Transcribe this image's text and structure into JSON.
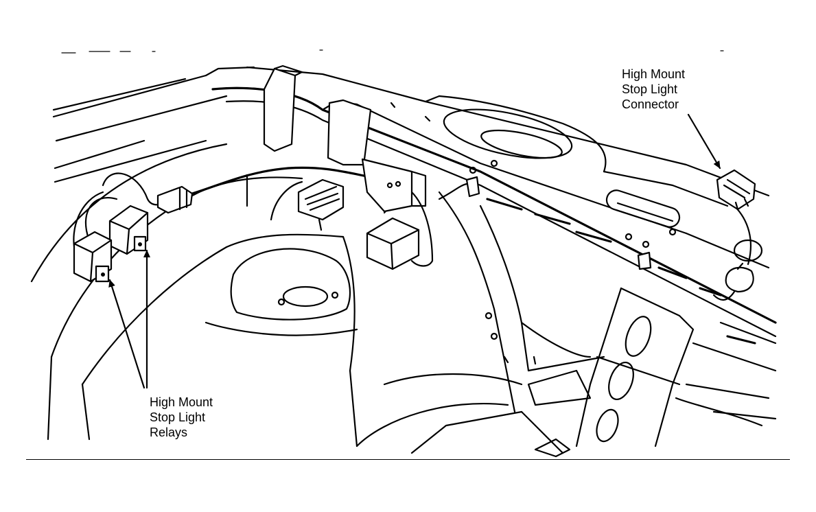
{
  "callouts": {
    "connector": {
      "lines": [
        "High Mount",
        "Stop Light",
        "Connector"
      ]
    },
    "relays": {
      "lines": [
        "High Mount",
        "Stop Light",
        "Relays"
      ]
    }
  },
  "colors": {
    "ink": "#000000",
    "paper": "#ffffff"
  }
}
